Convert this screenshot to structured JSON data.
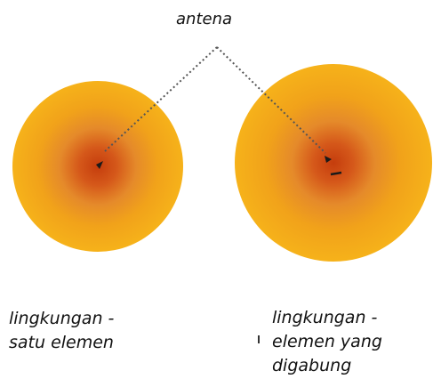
{
  "labels": {
    "antenna": "antena",
    "left_line1": "lingkungan -",
    "left_line2": "satu elemen",
    "right_line1": "lingkungan -",
    "right_line2": "elemen yang",
    "right_line3": "digabung"
  },
  "colors": {
    "outer": "#f3a10e",
    "mid": "#e8922a",
    "inner": "#dd6a14",
    "core": "#c2410c",
    "dots": "#555555"
  }
}
